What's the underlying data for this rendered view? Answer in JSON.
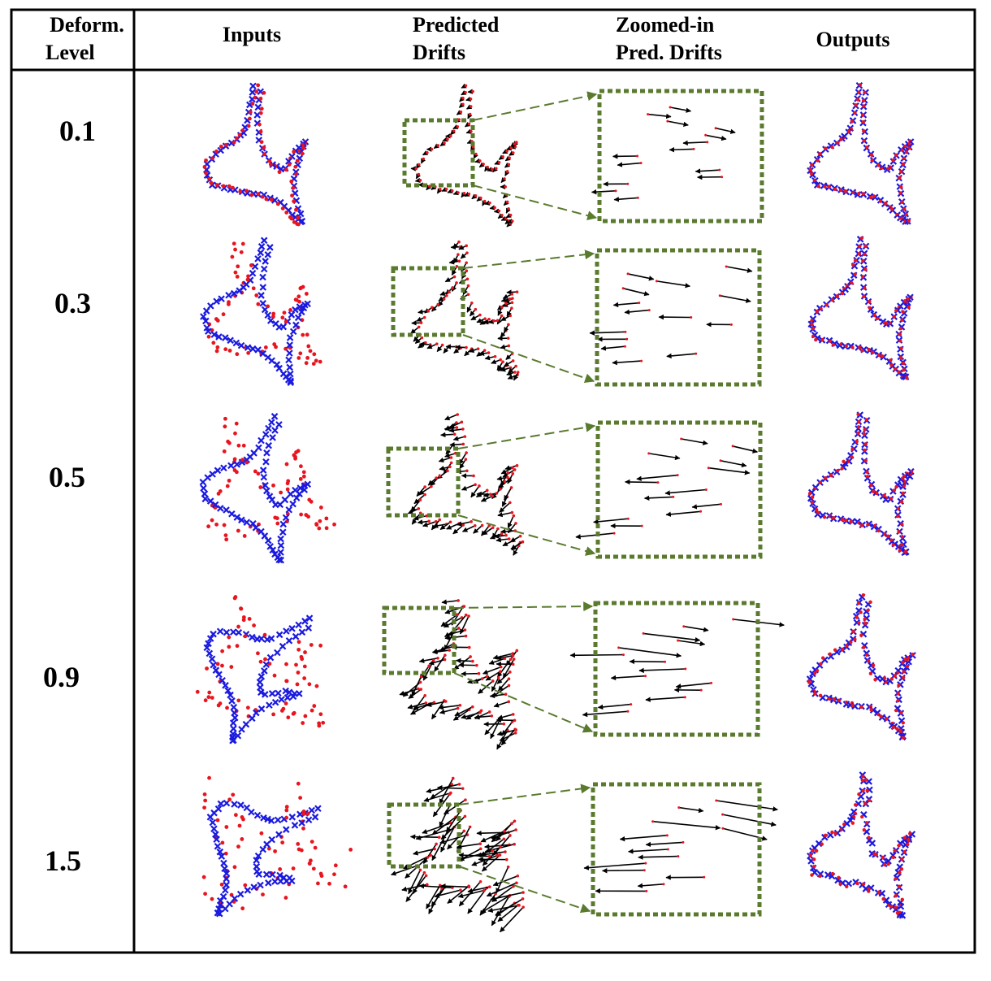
{
  "header": {
    "deform_level": [
      "Deform.",
      "Level"
    ],
    "inputs": "Inputs",
    "predicted_drifts": [
      "Predicted",
      "Drifts"
    ],
    "zoomed_drifts": [
      "Zoomed-in",
      "Pred. Drifts"
    ],
    "outputs": "Outputs"
  },
  "rows": [
    {
      "level": "0.1"
    },
    {
      "level": "0.3"
    },
    {
      "level": "0.5"
    },
    {
      "level": "0.9"
    },
    {
      "level": "1.5"
    }
  ],
  "colors": {
    "source_points": "#e8141e",
    "target_points": "#1a1ae0",
    "drift_vectors": "#000000",
    "zoom_box": "#5a7a2e"
  },
  "legend_glyphs": {
    "target_marker": "×",
    "source_marker": "•"
  }
}
